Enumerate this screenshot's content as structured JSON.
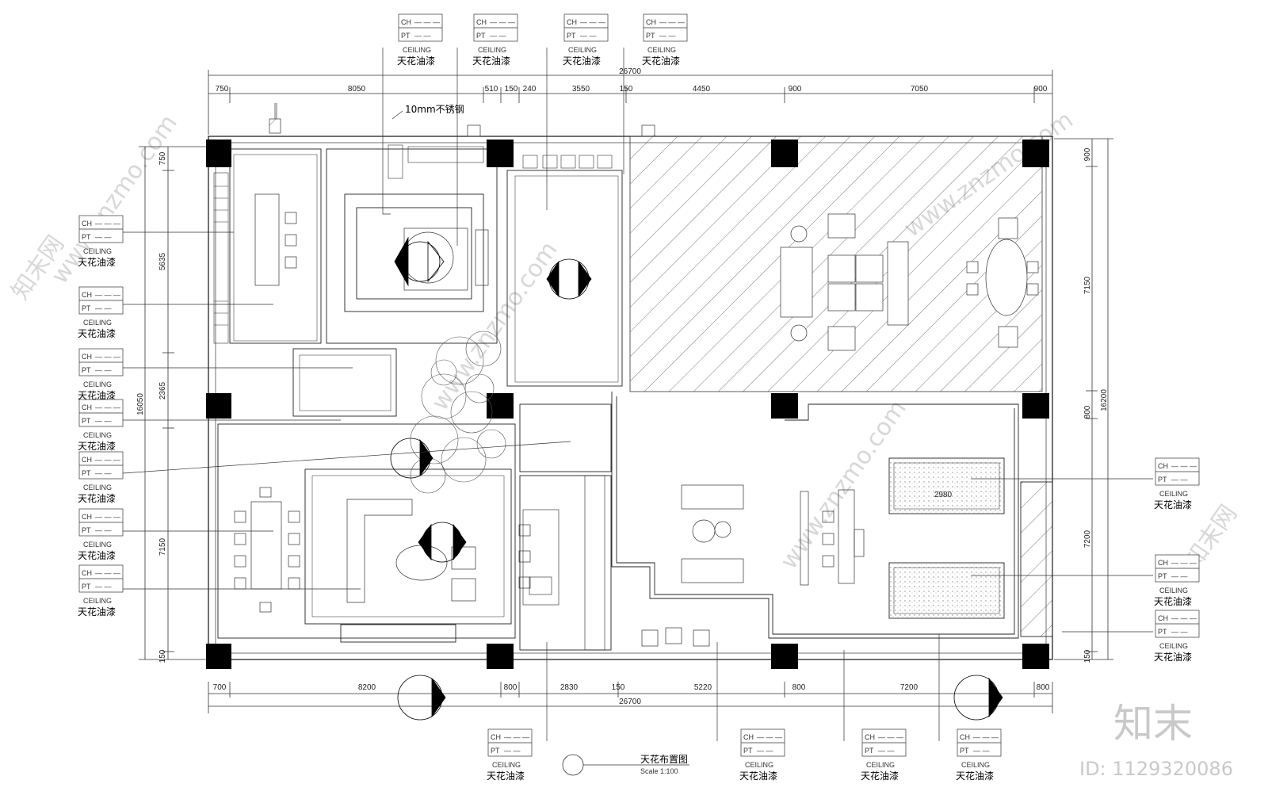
{
  "drawing": {
    "title": "天花布置图",
    "scale": "Scale 1:100",
    "note_steel": "10mm不锈钢",
    "area_label": "2980"
  },
  "tag": {
    "ch": "CH",
    "pt": "PT",
    "ch_dash": "— — —",
    "pt_dash": "— —",
    "material_en": "CEILING",
    "material_cn": "天花油漆"
  },
  "dims": {
    "top_total": "26700",
    "top": [
      "750",
      "8050",
      "510",
      "150",
      "240",
      "3550",
      "150",
      "4450",
      "900",
      "7050",
      "900"
    ],
    "bottom_total": "26700",
    "bottom": [
      "700",
      "8200",
      "800",
      "2830",
      "150",
      "5220",
      "800",
      "7200",
      "800"
    ],
    "left_total": "16050",
    "left": [
      "750",
      "5635",
      "2365",
      "7150",
      "150"
    ],
    "right_total": "16200",
    "right": [
      "900",
      "7150",
      "800",
      "7200",
      "150"
    ]
  },
  "watermark": {
    "site": "www.znzmo.com",
    "brand": "知末网",
    "logo": "知末",
    "id": "ID: 1129320086"
  }
}
